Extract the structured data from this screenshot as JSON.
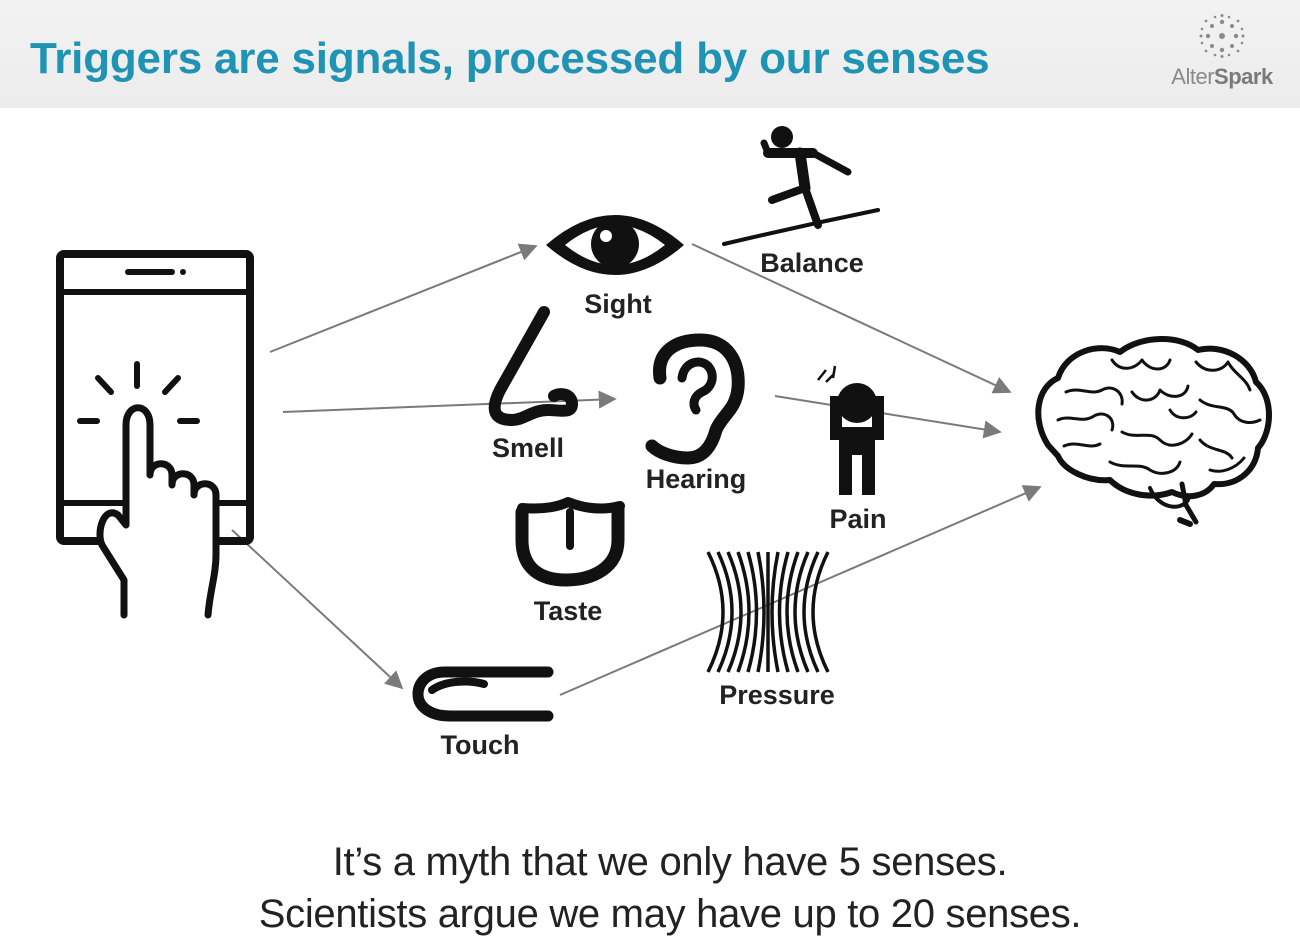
{
  "header": {
    "title": "Triggers are signals, processed by our senses",
    "logo": {
      "prefix": "Alter",
      "suffix": "Spark"
    }
  },
  "senses": {
    "sight": "Sight",
    "balance": "Balance",
    "smell": "Smell",
    "hearing": "Hearing",
    "pain": "Pain",
    "taste": "Taste",
    "pressure": "Pressure",
    "touch": "Touch"
  },
  "footer": {
    "line1": "It’s a myth that we only have 5 senses.",
    "line2": "Scientists argue we may have up to 20 senses."
  },
  "colors": {
    "title": "#1f93b3",
    "icons": "#111111",
    "arrows": "#7a7a7a",
    "header_bg": "#eeeeee"
  },
  "icons": [
    "phone-tap-icon",
    "eye-icon",
    "balance-person-icon",
    "nose-icon",
    "ear-icon",
    "pain-person-icon",
    "tongue-icon",
    "pressure-waves-icon",
    "finger-touch-icon",
    "brain-icon",
    "logo-dots-icon"
  ]
}
